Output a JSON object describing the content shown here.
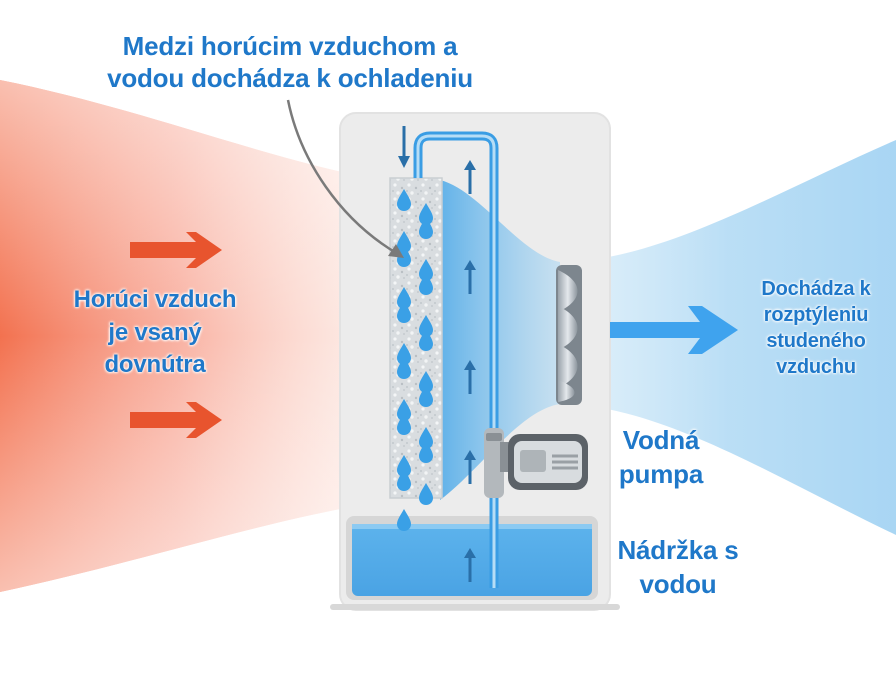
{
  "labels": {
    "top": {
      "line1": "Medzi horúcim vzduchom a",
      "line2": "vodou dochádza k ochladeniu"
    },
    "hot_air": {
      "line1": "Horúci vzduch",
      "line2": "je vsaný",
      "line3": "dovnútra"
    },
    "cold_air": {
      "line1": "Dochádza k",
      "line2": "rozptýleniu",
      "line3": "studeného",
      "line4": "vzduchu"
    },
    "pump": {
      "line1": "Vodná",
      "line2": "pumpa"
    },
    "tank": {
      "line1": "Nádržka s",
      "line2": "vodou"
    }
  },
  "icons": [
    "hot-air-arrow-icon",
    "cold-air-arrow-icon",
    "water-drop-icon",
    "fan-icon",
    "pump-icon",
    "flow-arrow-icon"
  ],
  "colors": {
    "hot_air": "#f26a46",
    "hot_arrow": "#e8542e",
    "cold_air": "#a9d6f3",
    "cold_arrow": "#3fa3ee",
    "water": "#4aa8e8",
    "label": "#1f78c9",
    "housing": "#ececec"
  }
}
